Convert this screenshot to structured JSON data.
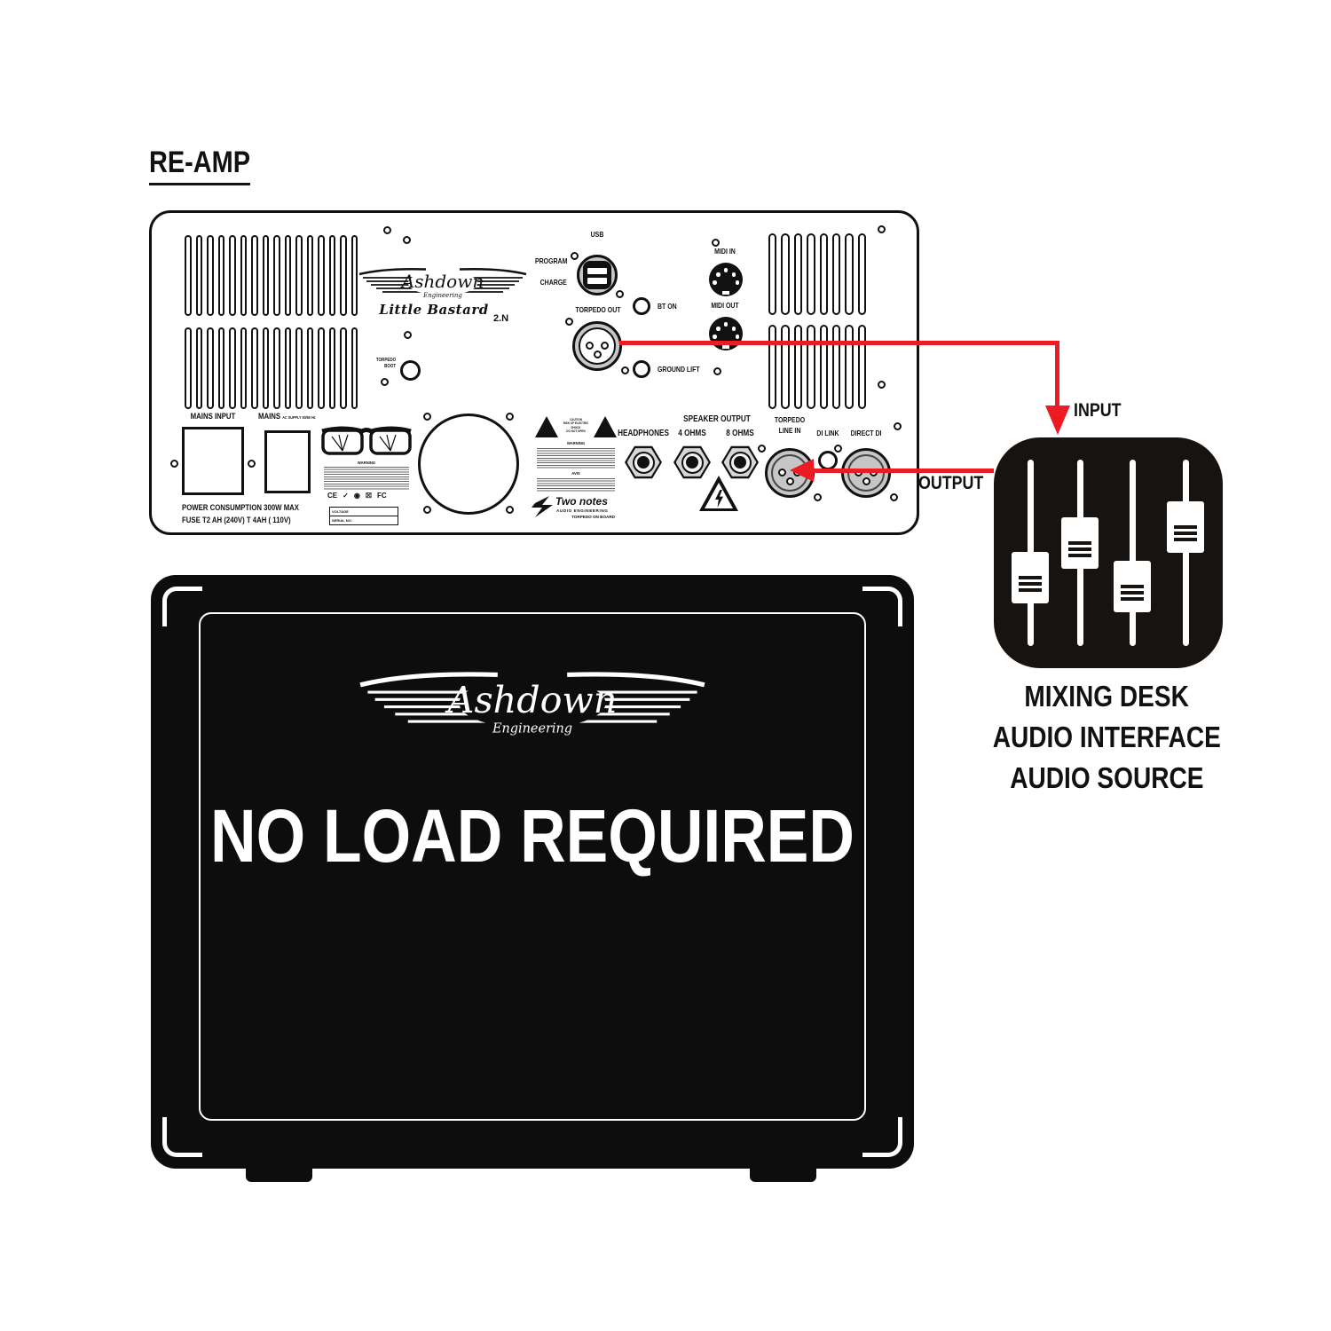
{
  "page_title": "RE-AMP",
  "amp_panel": {
    "brand": "Ashdown",
    "brand_sub": "Engineering",
    "model_script": "Little Bastard",
    "model_version": "2.N",
    "torpedo_boot_l1": "TORPEDO",
    "torpedo_boot_l2": "BOOT",
    "usb": "USB",
    "program": "PROGRAM",
    "charge": "CHARGE",
    "torpedo_out": "TORPEDO OUT",
    "bt_on": "BT ON",
    "ground_lift": "GROUND LIFT",
    "midi_in": "MIDI IN",
    "midi_out": "MIDI OUT",
    "mains_input": "MAINS INPUT",
    "mains": "MAINS",
    "mains_sub": "AC SUPPLY 50/60 Hz",
    "power_line1": "POWER CONSUMPTION 300W MAX",
    "power_line2": "FUSE T2 AH (240V) T 4AH ( 110V)",
    "voltage_label": "VOLTAGE",
    "serial_label": "SERIAL NO.",
    "cert_marks": [
      "CE",
      "✓",
      "◉",
      "☒",
      "FC"
    ],
    "caution_l1": "CAUTION",
    "caution_l2": "RISK OF ELECTRIC SHOCK",
    "caution_l3": "DO NOT OPEN",
    "warning_title": "WARNING",
    "avis_title": "AVIS",
    "headphones": "HEADPHONES",
    "speaker_output": "SPEAKER OUTPUT",
    "ohms4": "4 OHMS",
    "ohms8": "8 OHMS",
    "torpedo_line_in_l1": "TORPEDO",
    "torpedo_line_in_l2": "LINE IN",
    "di_link": "DI LINK",
    "direct_di": "DIRECT DI",
    "two_notes": "Two notes",
    "two_notes_sub": "AUDIO ENGINEERING",
    "two_notes_sub2": "TORPEDO ON BOARD"
  },
  "connections": {
    "input": "INPUT",
    "output": "OUTPUT",
    "wire_color": "#ed1c24"
  },
  "mixer_caption": [
    "MIXING DESK",
    "AUDIO INTERFACE",
    "AUDIO SOURCE"
  ],
  "cabinet": {
    "message": "NO LOAD REQUIRED",
    "brand": "Ashdown",
    "brand_sub": "Engineering"
  }
}
